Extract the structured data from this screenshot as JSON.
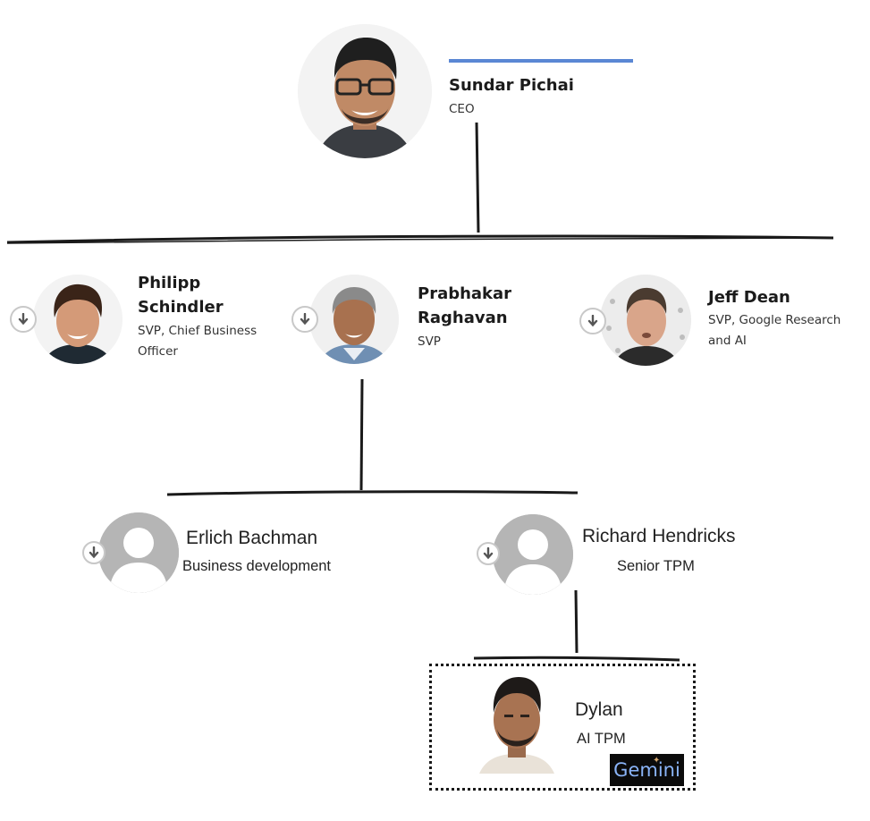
{
  "ceo": {
    "name": "Sundar Pichai",
    "title": "CEO",
    "accent": "#5a87d4"
  },
  "reports": [
    {
      "name_line1": "Philipp",
      "name_line2": "Schindler",
      "title_line1": "SVP, Chief Business",
      "title_line2": "Officer",
      "expand_icon": "arrow-down-icon"
    },
    {
      "name_line1": "Prabhakar",
      "name_line2": "Raghavan",
      "title_line1": "SVP",
      "title_line2": "",
      "expand_icon": "arrow-down-icon"
    },
    {
      "name_line1": "Jeff Dean",
      "name_line2": "",
      "title_line1": "SVP, Google Research",
      "title_line2": "and AI",
      "expand_icon": "arrow-down-icon"
    }
  ],
  "sub_reports": [
    {
      "name": "Erlich Bachman",
      "title": "Business development",
      "avatar_icon": "person-placeholder-icon"
    },
    {
      "name": "Richard Hendricks",
      "title": "Senior TPM",
      "avatar_icon": "person-placeholder-icon"
    }
  ],
  "highlighted": {
    "name": "Dylan",
    "title": "AI TPM",
    "badge": "Gemini",
    "badge_spark": "✦"
  },
  "colors": {
    "line": "#1a1a1a",
    "placeholder": "#b5b5b5",
    "gemini_text": "#8ab4f8"
  }
}
